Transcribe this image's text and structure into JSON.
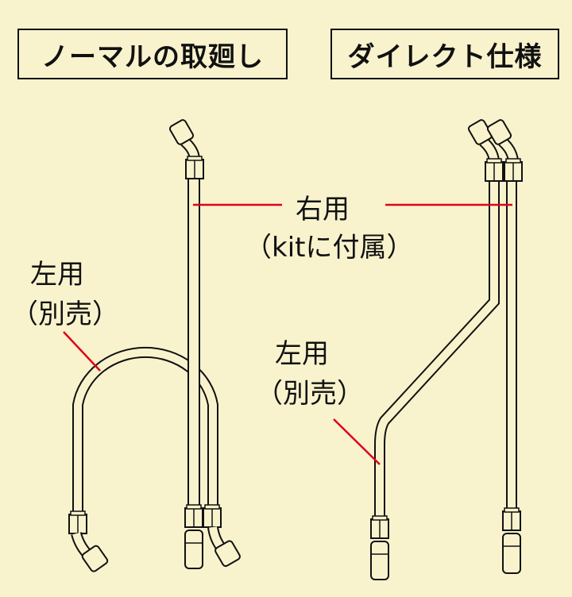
{
  "titles": {
    "normal": "ノーマルの取廻し",
    "direct": "ダイレクト仕様"
  },
  "labels": {
    "right_use": "右用",
    "kit_included": "（kitに付属）",
    "left_use_normal": "左用",
    "sold_separately_normal": "（別売）",
    "left_use_direct": "左用",
    "sold_separately_direct": "（別売）"
  },
  "colors": {
    "background": "#f8f3cd",
    "leader": "#e0001a",
    "line": "#111111"
  }
}
